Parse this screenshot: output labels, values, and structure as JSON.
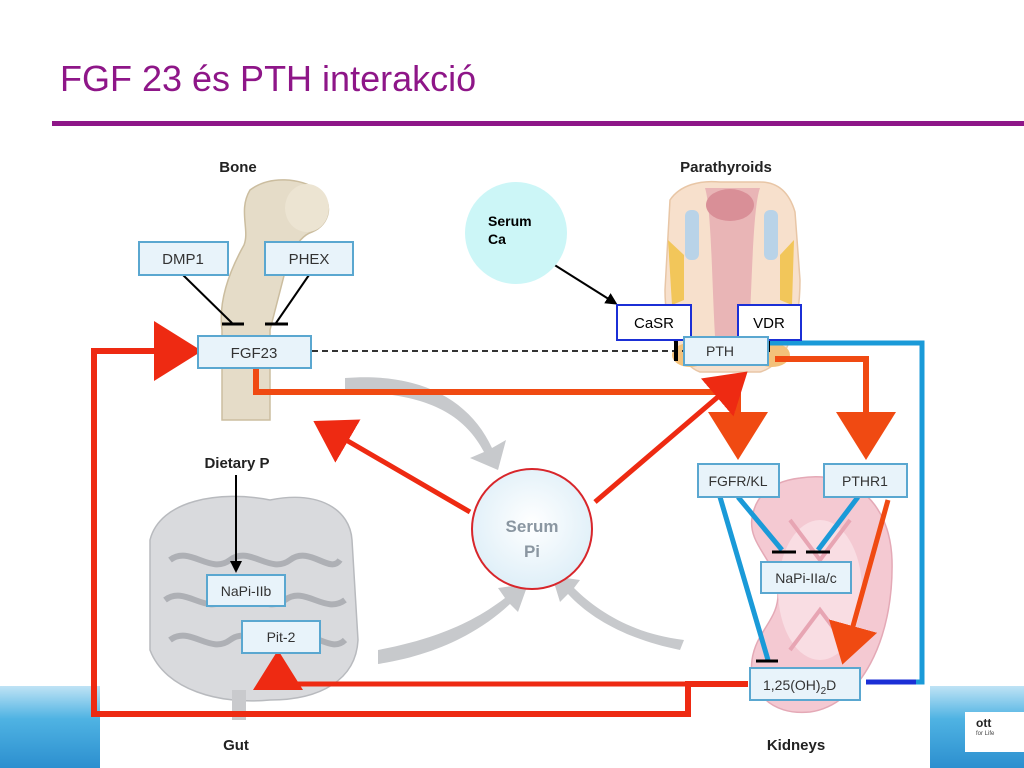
{
  "title": "FGF 23 és PTH interakció",
  "organs": {
    "bone": "Bone",
    "parathyroids": "Parathyroids",
    "gut": "Gut",
    "kidneys": "Kidneys",
    "dietary_p": "Dietary P"
  },
  "boxes": {
    "dmp1": "DMP1",
    "phex": "PHEX",
    "fgf23": "FGF23",
    "casr": "CaSR",
    "vdr": "VDR",
    "pth": "PTH",
    "fgfr_kl": "FGFR/KL",
    "pthr1": "PTHR1",
    "napi_iia": "NaPi-IIa/c",
    "napi_iib": "NaPi-IIb",
    "pit2": "Pit-2",
    "vitd_main": "1,25(OH)",
    "vitd_sub": "2",
    "vitd_end": "D"
  },
  "circles": {
    "serum_ca_line1": "Serum",
    "serum_ca_line2": "Ca",
    "serum_pi_line1": "Serum",
    "serum_pi_line2": "Pi"
  },
  "logo": {
    "text": "ott",
    "tagline": "for Life"
  },
  "colors": {
    "title": "#8e1688",
    "red_arrow": "#ee2a12",
    "orange_arrow": "#f04a12",
    "blue_line": "#1a9ad8",
    "dark_blue": "#1b2fd6",
    "box_border": "#5aa7d0",
    "box_fill": "#e8f3fa"
  }
}
